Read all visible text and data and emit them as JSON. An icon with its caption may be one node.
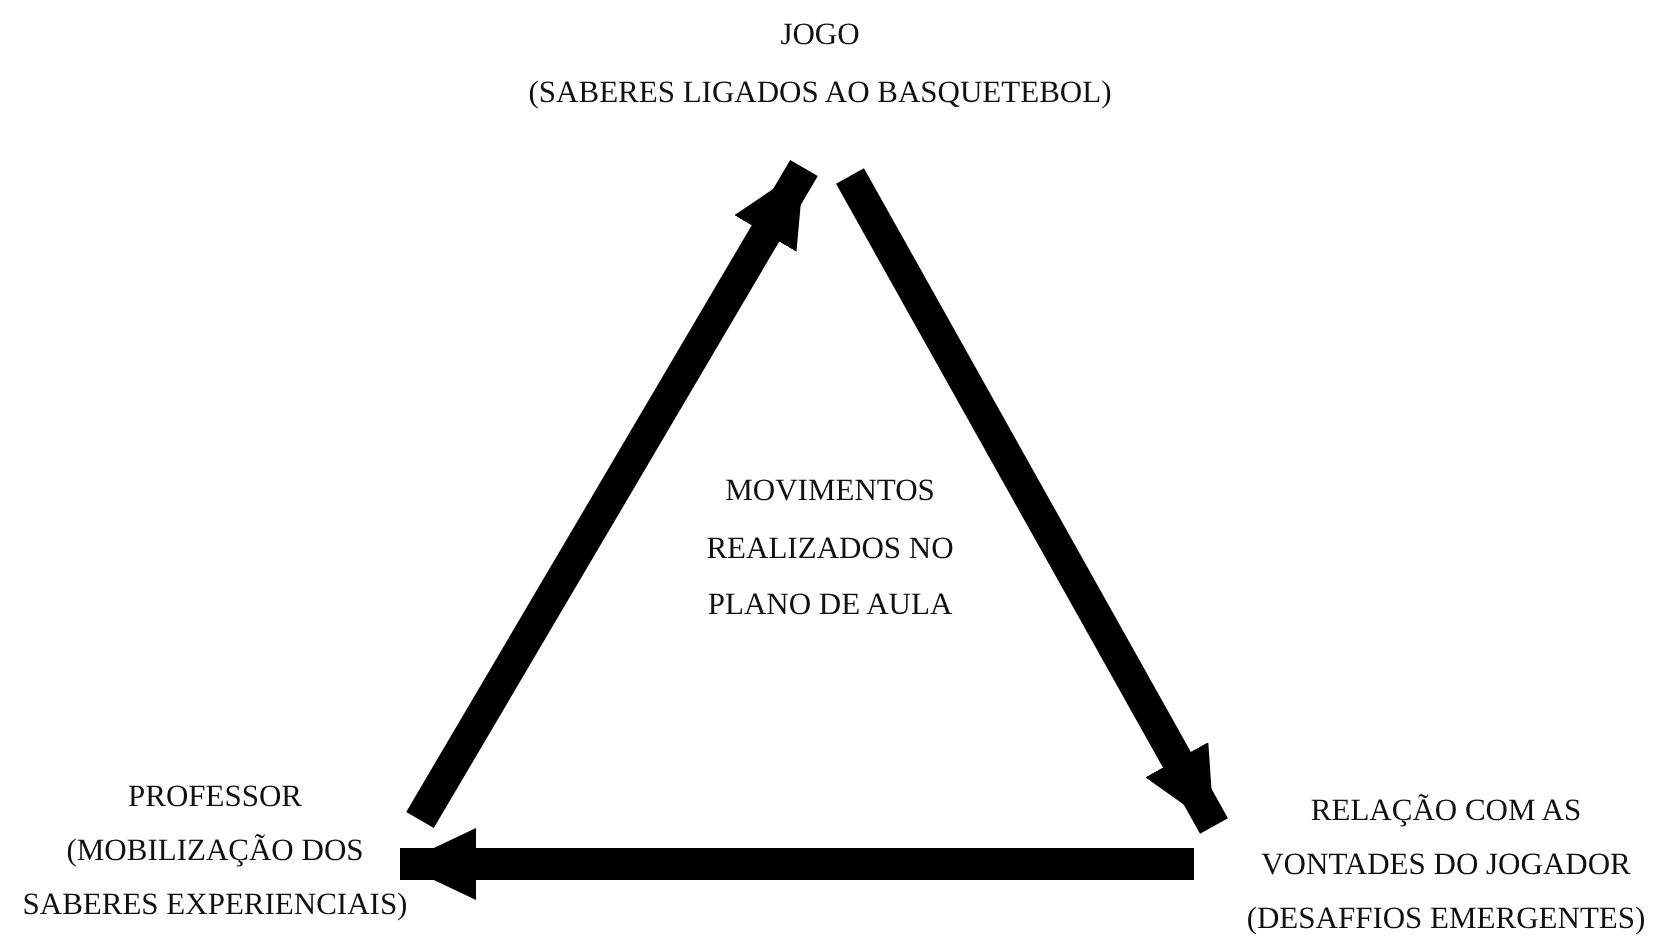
{
  "diagram": {
    "nodes": [
      {
        "text": [
          "JOGO",
          "(SABERES LIGADOS AO BASQUETEBOL)"
        ]
      },
      {
        "text": [
          "RELAÇÃO COM AS VONTADES DO JOGADOR",
          "(DESAFFIOS EMERGENTES)"
        ]
      },
      {
        "text": [
          "PROFESSOR",
          "(MOBILIZAÇÃO DOS SABERES EXPERIENCIAIS)"
        ]
      }
    ],
    "edges": [
      {
        "from": 0,
        "to": 1,
        "arrow": "to"
      },
      {
        "from": 1,
        "to": 2,
        "arrow": "to"
      },
      {
        "from": 2,
        "to": 0,
        "arrow": "to"
      }
    ],
    "labels": [
      "MOVIMENTOS REALIZADOS NO PLANO DE AULA"
    ]
  }
}
